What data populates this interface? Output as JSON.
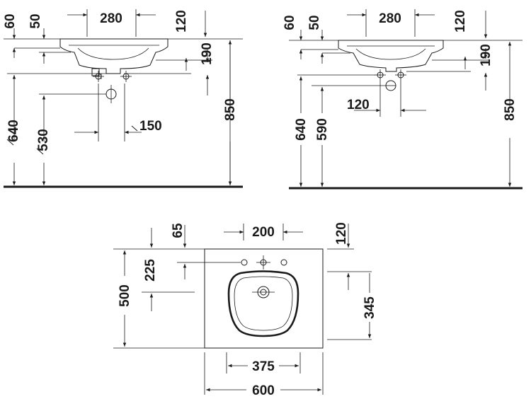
{
  "side_view_1": {
    "dim_width_bowl": "280",
    "dim_height_top": "60",
    "dim_height_top_2": "50",
    "dim_overflow": "120",
    "dim_height_190": "190",
    "dim_floor_height": "850",
    "dim_640": "640",
    "dim_530": "530",
    "dim_150": "150"
  },
  "side_view_2": {
    "dim_width_bowl": "280",
    "dim_height_top": "60",
    "dim_height_top_2": "50",
    "dim_overflow": "120",
    "dim_height_190": "190",
    "dim_floor_height": "850",
    "dim_640": "640",
    "dim_590": "590",
    "dim_120": "120"
  },
  "top_view": {
    "dim_65": "65",
    "dim_200": "200",
    "dim_120": "120",
    "dim_225": "225",
    "dim_500": "500",
    "dim_345": "345",
    "dim_375": "375",
    "dim_600": "600"
  }
}
